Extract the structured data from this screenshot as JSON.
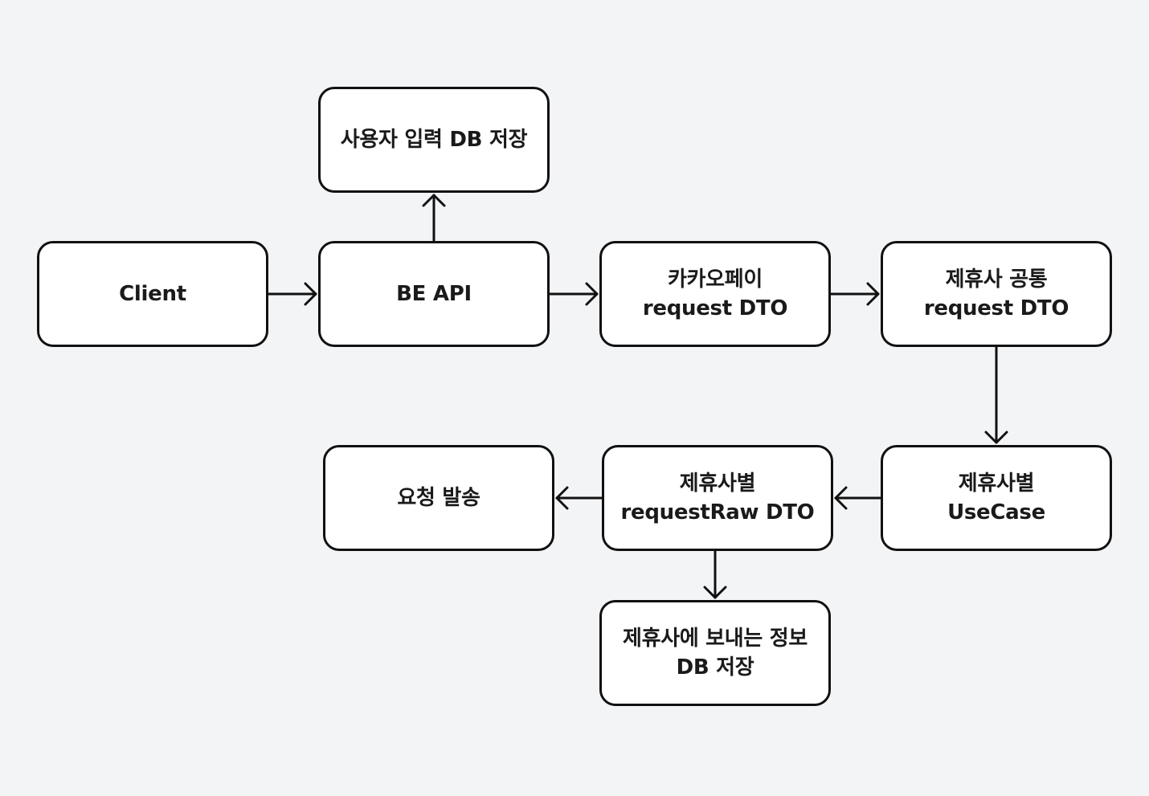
{
  "nodes": {
    "client": "Client",
    "be_api": "BE API",
    "user_input_db": "사용자 입력 DB 저장",
    "kakaopay_request_dto": "카카오페이\nrequest DTO",
    "partner_common_request_dto": "제휴사 공통\nrequest DTO",
    "partner_usecase": "제휴사별\nUseCase",
    "partner_request_raw_dto": "제휴사별\nrequestRaw DTO",
    "send_request": "요청 발송",
    "partner_info_db": "제휴사에 보내는 정보\nDB 저장"
  },
  "edges": [
    {
      "from": "client",
      "to": "be_api"
    },
    {
      "from": "be_api",
      "to": "user_input_db"
    },
    {
      "from": "be_api",
      "to": "kakaopay_request_dto"
    },
    {
      "from": "kakaopay_request_dto",
      "to": "partner_common_request_dto"
    },
    {
      "from": "partner_common_request_dto",
      "to": "partner_usecase"
    },
    {
      "from": "partner_usecase",
      "to": "partner_request_raw_dto"
    },
    {
      "from": "partner_request_raw_dto",
      "to": "send_request"
    },
    {
      "from": "partner_request_raw_dto",
      "to": "partner_info_db"
    }
  ],
  "colors": {
    "background": "#f3f4f6",
    "node_fill": "#ffffff",
    "stroke": "#111111",
    "text": "#1a1a1a"
  }
}
